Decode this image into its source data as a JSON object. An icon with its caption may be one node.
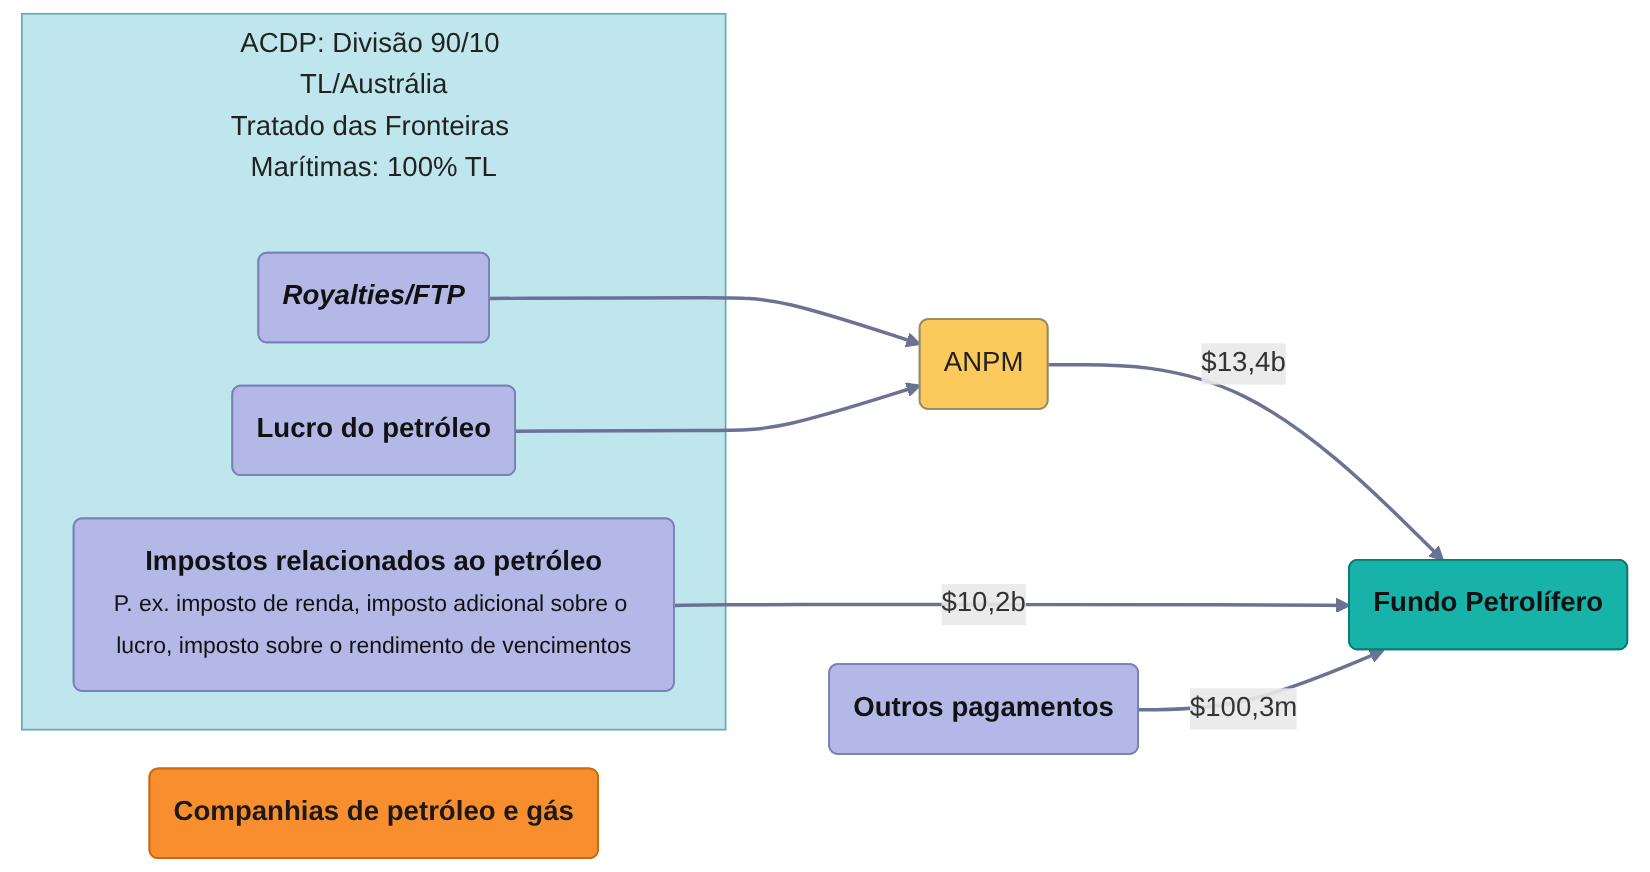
{
  "diagram": {
    "nodes": [
      {
        "text": [
          "Companhias de petróleo e gás"
        ]
      },
      {
        "text": [
          "ACDP: Divisão 90/10 TL/Austrália",
          "Tratado das Fronteiras Marítimas: 100% TL"
        ]
      },
      {
        "text": [
          "Royalties/FTP"
        ],
        "in": 1
      },
      {
        "text": [
          "Lucro do petróleo"
        ],
        "in": 1
      },
      {
        "text": [
          "Impostos relacionados ao petróleo",
          "P. ex. imposto de renda, imposto adicional sobre o lucro, imposto sobre o rendimento de vencimentos"
        ],
        "in": 1
      },
      {
        "text": [
          "Outros pagamentos"
        ]
      },
      {
        "text": [
          "ANPM"
        ]
      },
      {
        "text": [
          "Fundo Petrolífero"
        ]
      }
    ],
    "edges": [
      {
        "from": 2,
        "to": 6,
        "arrow": "to"
      },
      {
        "from": 3,
        "to": 6,
        "arrow": "to"
      },
      {
        "from": 6,
        "to": 7,
        "label": "$13,4b",
        "arrow": "to"
      },
      {
        "from": 4,
        "to": 7,
        "label": "$10,2b",
        "arrow": "to"
      },
      {
        "from": 5,
        "to": 7,
        "label": "$100,3m",
        "arrow": "to"
      }
    ]
  }
}
